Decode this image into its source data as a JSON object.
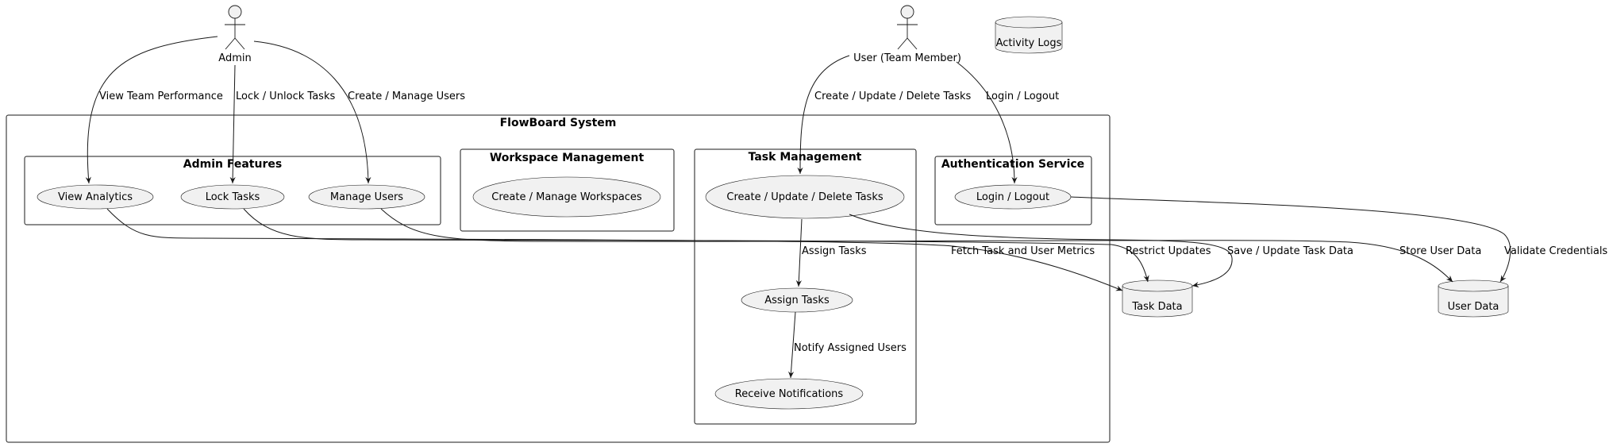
{
  "system": {
    "title": "FlowBoard System"
  },
  "actors": {
    "admin": "Admin",
    "user": "User (Team Member)"
  },
  "packages": {
    "admin_features": {
      "title": "Admin Features",
      "view_analytics": "View Analytics",
      "lock_tasks": "Lock Tasks",
      "manage_users": "Manage Users"
    },
    "workspace_management": {
      "title": "Workspace Management",
      "create_manage_workspaces": "Create / Manage Workspaces"
    },
    "task_management": {
      "title": "Task Management",
      "crud_tasks": "Create / Update / Delete Tasks",
      "assign_tasks": "Assign Tasks",
      "receive_notifications": "Receive Notifications"
    },
    "authentication": {
      "title": "Authentication Service",
      "login_logout": "Login / Logout"
    }
  },
  "databases": {
    "activity_logs": "Activity Logs",
    "task_data": "Task Data",
    "user_data": "User Data"
  },
  "edges": {
    "view_team_performance": "View Team Performance",
    "lock_unlock_tasks": "Lock / Unlock Tasks",
    "create_manage_users": "Create / Manage Users",
    "create_update_delete_tasks": "Create / Update / Delete Tasks",
    "login_logout": "Login / Logout",
    "assign_tasks": "Assign Tasks",
    "notify_assigned_users": "Notify Assigned Users",
    "fetch_task_user_metrics": "Fetch Task and User Metrics",
    "restrict_updates": "Restrict Updates",
    "save_update_task_data": "Save / Update Task Data",
    "store_user_data": "Store User Data",
    "validate_credentials": "Validate Credentials"
  }
}
